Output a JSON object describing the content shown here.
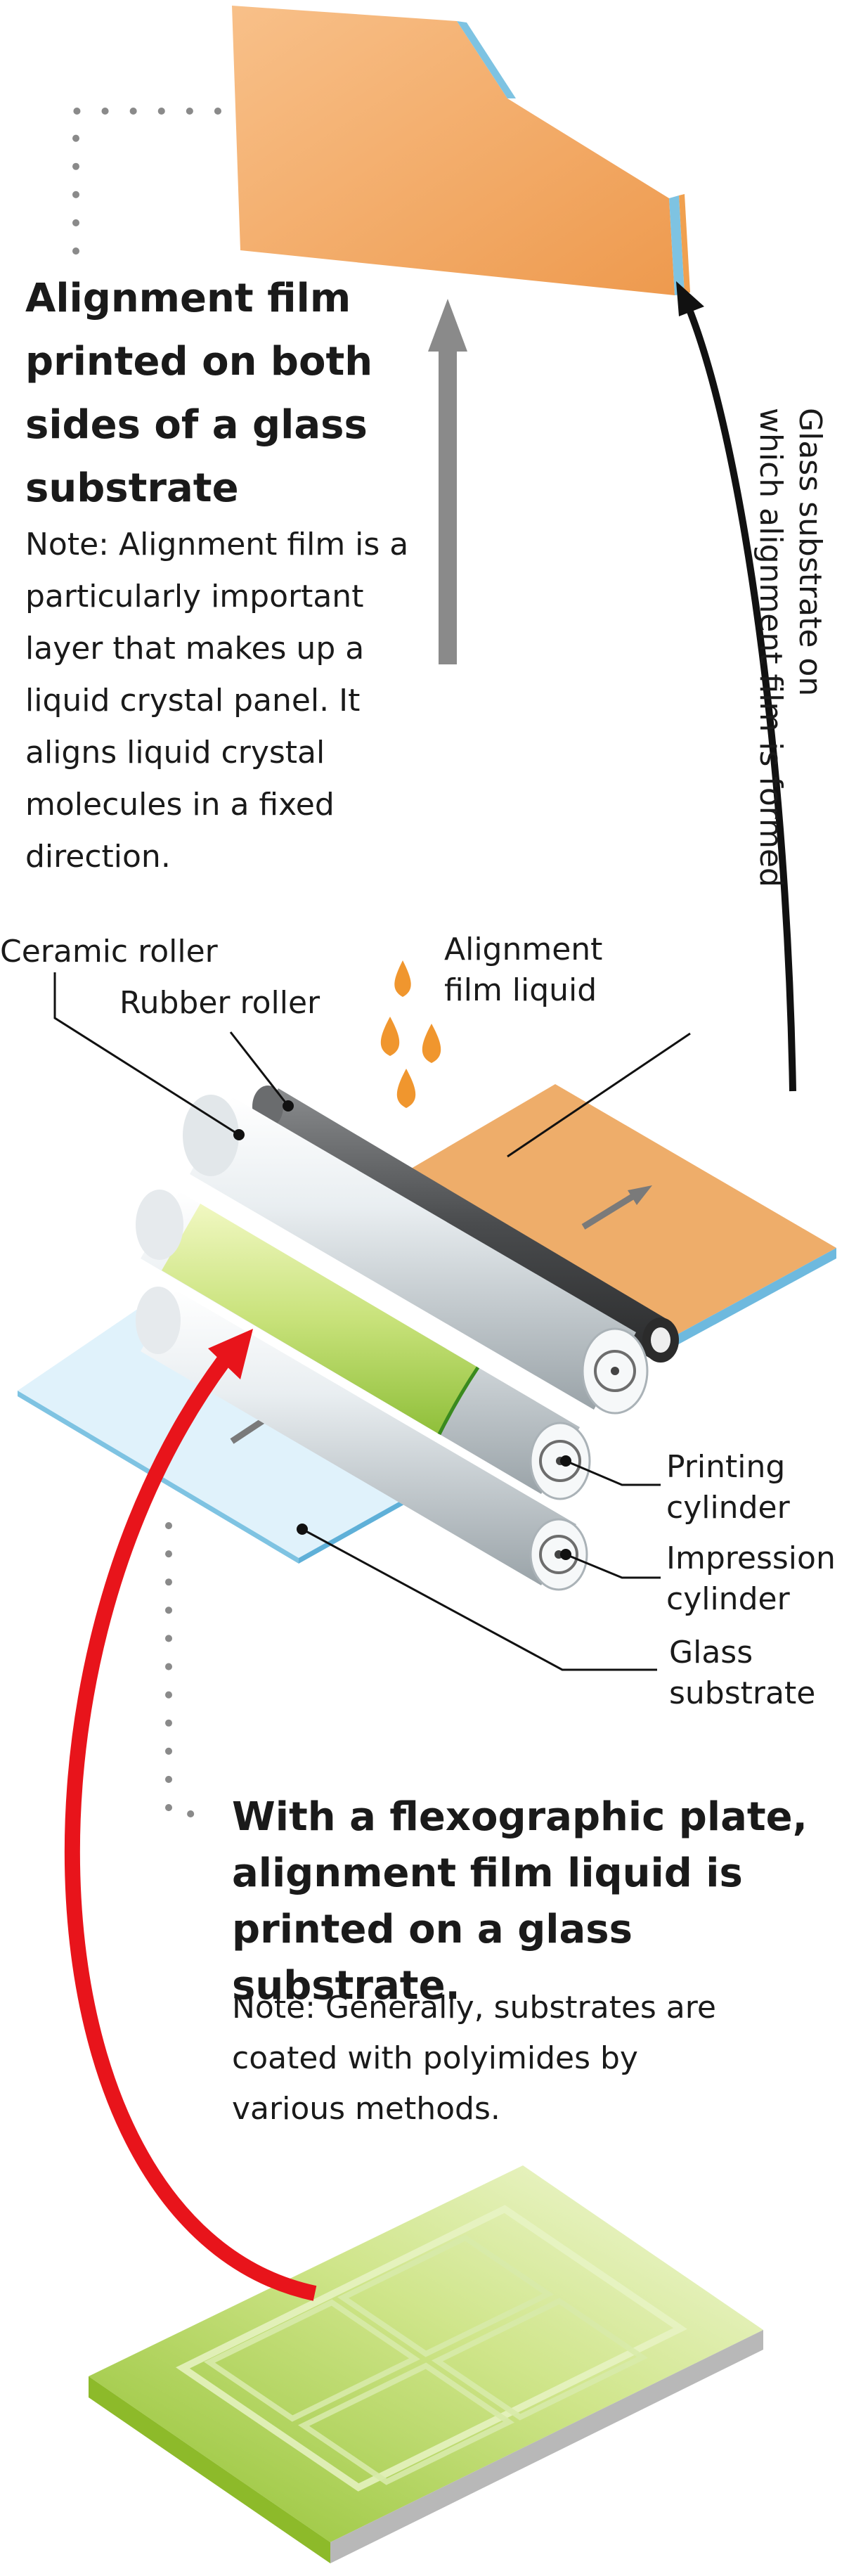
{
  "top_section": {
    "title": "Alignment film printed on both sides of a glass substrate",
    "note": "Note: Alignment film is a particularly important layer that makes up a liquid crystal panel. It aligns liquid crystal molecules in a fixed direction."
  },
  "vertical_label": {
    "line1": "Glass substrate on",
    "line2": "which alignment film is formed"
  },
  "labels": {
    "ceramic_roller": "Ceramic roller",
    "rubber_roller": "Rubber roller",
    "alignment_liquid_line1": "Alignment",
    "alignment_liquid_line2": "film liquid",
    "printing_cylinder_line1": "Printing",
    "printing_cylinder_line2": "cylinder",
    "impression_cylinder_line1": "Impression",
    "impression_cylinder_line2": "cylinder",
    "glass_substrate_line1": "Glass",
    "glass_substrate_line2": "substrate"
  },
  "bottom_section": {
    "title": "With a flexographic plate, alignment film liquid is printed on a glass substrate.",
    "note": "Note: Generally, substrates are coated with polyimides by various methods."
  },
  "colors": {
    "alignment_film_orange": "#F2A354",
    "glass_blue": "#A9D8F0",
    "flexo_plate_green": "#B5D65A",
    "red_arrow": "#E8141B",
    "gray_arrow": "#8A8A8A"
  }
}
